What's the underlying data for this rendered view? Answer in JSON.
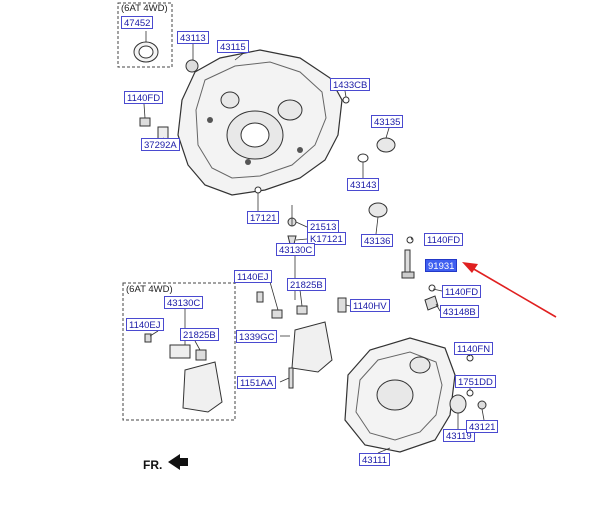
{
  "notes": {
    "kit_top": "(6AT 4WD)",
    "kit_left": "(6AT 4WD)",
    "direction": "FR."
  },
  "labels": {
    "p47452": "47452",
    "p43113": "43113",
    "p43115": "43115",
    "p1433CB": "1433CB",
    "p1140FD_a": "1140FD",
    "p43135": "43135",
    "p37292A": "37292A",
    "p43143": "43143",
    "p17121": "17121",
    "p21513": "21513",
    "pK17121": "K17121",
    "p43136": "43136",
    "p1140FD_b": "1140FD",
    "p43130C_a": "43130C",
    "p91931": "91931",
    "p1140EJ_a": "1140EJ",
    "p21825B_a": "21825B",
    "p1140FD_c": "1140FD",
    "p43130C_b": "43130C",
    "p1140HV": "1140HV",
    "p43148B": "43148B",
    "p1140EJ_b": "1140EJ",
    "p21825B_b": "21825B",
    "p1339GC": "1339GC",
    "p1140FN": "1140FN",
    "p1151AA": "1151AA",
    "p1751DD": "1751DD",
    "p43119": "43119",
    "p43121": "43121",
    "p43111": "43111"
  },
  "colors": {
    "label_text": "#1a1aa6",
    "label_border": "#4a4ad0",
    "highlight_fill": "#3f5ff0",
    "arrow": "#e02020",
    "line": "#333333"
  }
}
